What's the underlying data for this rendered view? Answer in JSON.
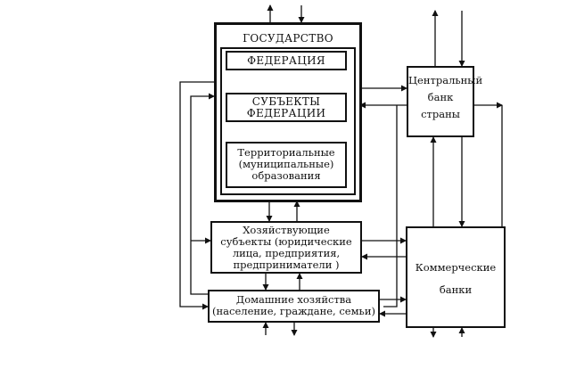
{
  "diagram": {
    "state": {
      "label": "ГОСУДАРСТВО"
    },
    "federation": {
      "label": "ФЕДЕРАЦИЯ"
    },
    "federal_subjects": {
      "lines": [
        "СУБЪЕКТЫ",
        "ФЕДЕРАЦИИ"
      ]
    },
    "municipal": {
      "lines": [
        "Территориальные",
        "(муниципальные)",
        "образования"
      ]
    },
    "central_bank": {
      "lines": [
        "Центральный",
        "банк",
        "страны"
      ]
    },
    "economic_entities": {
      "lines": [
        "Хозяйствующие",
        "субъекты (юридические",
        "лица, предприятия,",
        "предприниматели )"
      ]
    },
    "commercial_banks": {
      "lines": [
        "Коммерческие",
        "банки"
      ]
    },
    "households": {
      "lines": [
        "Домашние хозяйства",
        "(население, граждане, семьи)"
      ]
    }
  }
}
